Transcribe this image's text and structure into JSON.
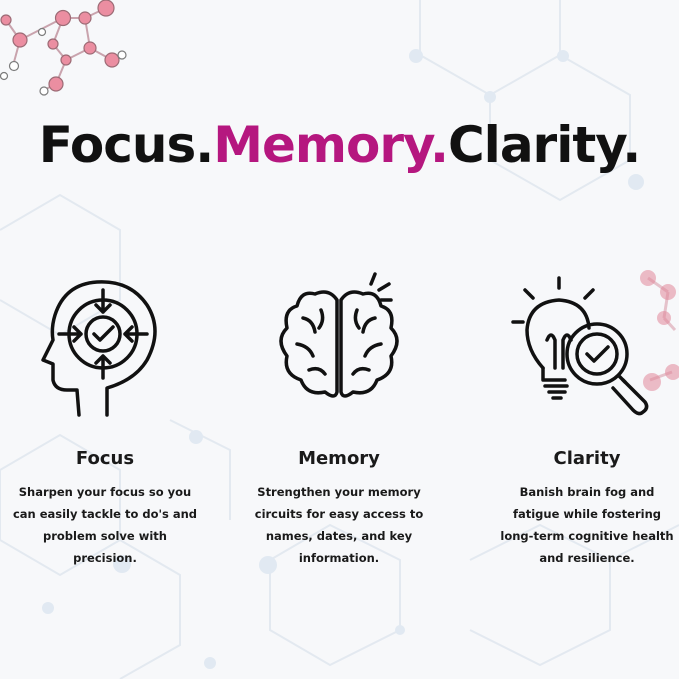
{
  "headline": {
    "word1": "Focus.",
    "word2": "Memory.",
    "word3": "Clarity."
  },
  "colors": {
    "accent": "#b5177f",
    "text": "#111111",
    "molecule": "#e8899c"
  },
  "features": [
    {
      "icon": "head-focus-icon",
      "title": "Focus",
      "description": "Sharpen your focus so you can easily tackle to do's and problem solve with precision."
    },
    {
      "icon": "brain-icon",
      "title": "Memory",
      "description": "Strengthen your memory circuits for easy access to names, dates, and key information."
    },
    {
      "icon": "lightbulb-magnifier-icon",
      "title": "Clarity",
      "description": "Banish brain fog and fatigue while fostering long-term cognitive health and resilience."
    }
  ]
}
